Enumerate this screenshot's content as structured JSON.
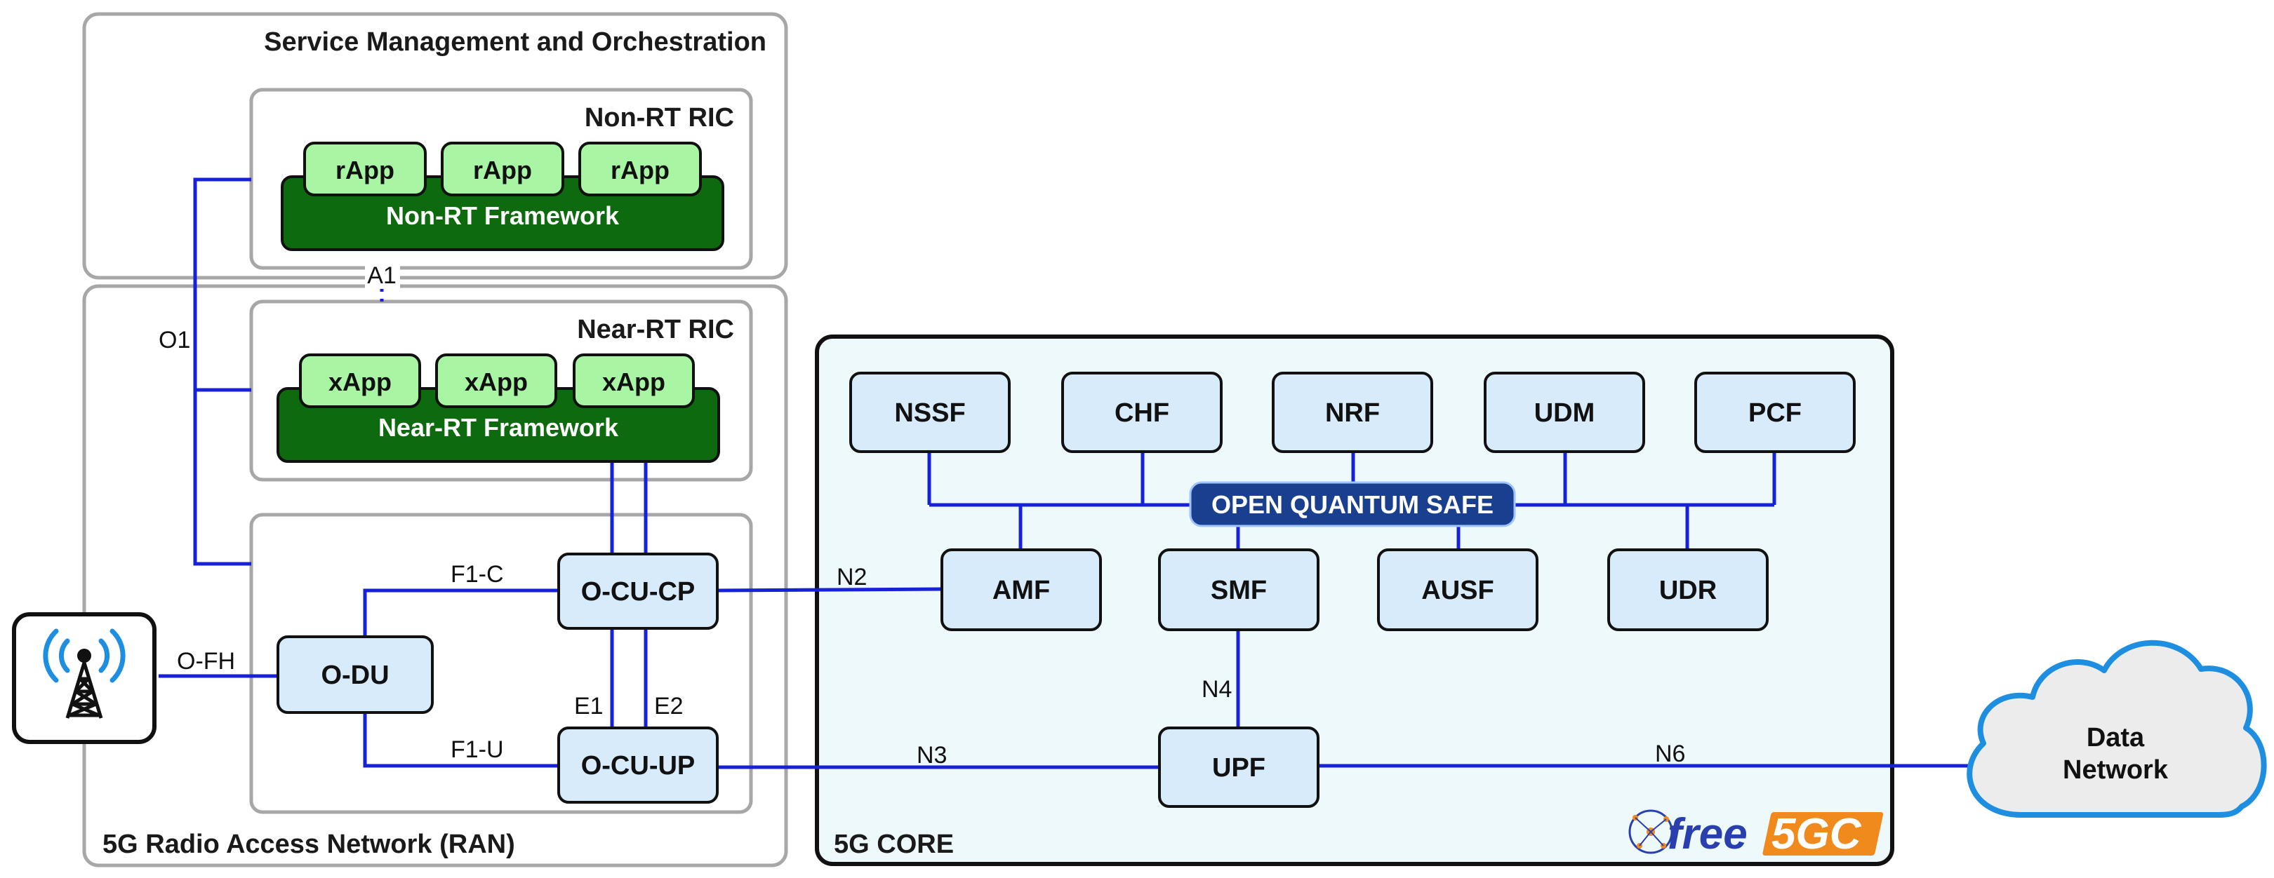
{
  "groups": {
    "smo": "Service Management and Orchestration",
    "non_rt_ric": "Non-RT RIC",
    "near_rt_ric": "Near-RT RIC",
    "ran": "5G Radio Access Network (RAN)",
    "core": "5G CORE"
  },
  "frameworks": {
    "non_rt": "Non-RT Framework",
    "near_rt": "Near-RT Framework"
  },
  "apps": {
    "rapps": [
      "rApp",
      "rApp",
      "rApp"
    ],
    "xapps": [
      "xApp",
      "xApp",
      "xApp"
    ]
  },
  "ran_nodes": {
    "odu": "O-DU",
    "ocu_cp": "O-CU-CP",
    "ocu_up": "O-CU-UP"
  },
  "core_nfs": {
    "top": [
      "NSSF",
      "CHF",
      "NRF",
      "UDM",
      "PCF"
    ],
    "bottom": [
      "AMF",
      "SMF",
      "AUSF",
      "UDR"
    ],
    "upf": "UPF"
  },
  "bus_label": "OPEN QUANTUM SAFE",
  "cloud": {
    "line1": "Data",
    "line2": "Network"
  },
  "interfaces": {
    "a1": "A1",
    "o1": "O1",
    "ofh": "O-FH",
    "f1c": "F1-C",
    "f1u": "F1-U",
    "e1": "E1",
    "e2": "E2",
    "n2": "N2",
    "n3": "N3",
    "n4": "N4",
    "n6": "N6"
  },
  "logo": {
    "text_free": "free",
    "text_5gc": "5GC"
  },
  "icons": {
    "radio_tower": "radio-tower-icon",
    "logo_mark": "free5gc-logo"
  },
  "colors": {
    "wire": "#1722d6",
    "core_bg": "#eef9fc",
    "nf_fill": "#d7ebfa",
    "app_fill": "#a8f5a4",
    "framework_fill": "#0e6a0e",
    "bus_fill": "#1a3f8f",
    "group_border": "#a7a7a7",
    "logo_blue": "#2a3fae",
    "logo_orange": "#f08a1c"
  }
}
